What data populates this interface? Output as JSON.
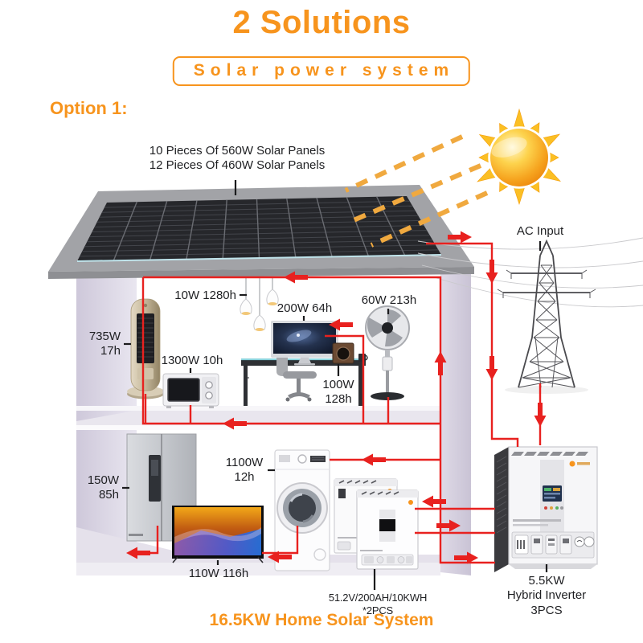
{
  "header": {
    "title": "2 Solutions",
    "subtitle": "Solar power system",
    "option_label": "Option 1:"
  },
  "panels_note": {
    "line1": "10 Pieces Of 560W Solar Panels",
    "line2": "12 Pieces Of 460W Solar Panels"
  },
  "grid_section": {
    "ac_input_label": "AC Input"
  },
  "appliance_labels": {
    "ac_tower_power": "735W",
    "ac_tower_hours": "17h",
    "lamps": "10W 1280h",
    "microwave": "1300W 10h",
    "monitor": "200W 64h",
    "speaker_power": "100W",
    "speaker_hours": "128h",
    "fan": "60W 213h",
    "fridge_power": "150W",
    "fridge_hours": "85h",
    "washer_power": "1100W",
    "washer_hours": "12h",
    "tv": "110W 116h"
  },
  "battery_section": {
    "spec": "51.2V/200AH/10KWH",
    "qty": "*2PCS"
  },
  "inverter_section": {
    "power": "5.5KW",
    "name": "Hybrid Inverter",
    "qty": "3PCS"
  },
  "footer": {
    "label": "16.5KW Home Solar System"
  },
  "colors": {
    "accent_orange": "#F7941D",
    "wire_red": "#E8211F"
  }
}
